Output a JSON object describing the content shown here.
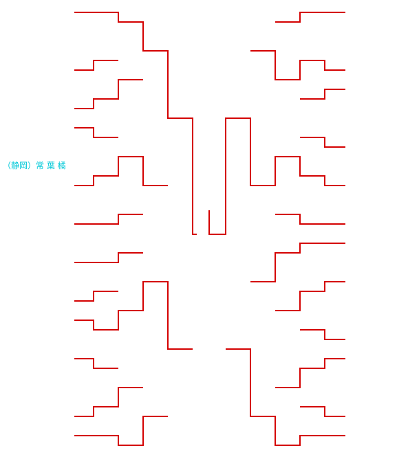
{
  "champion": {
    "label": "（静岡）常 葉 橘"
  },
  "colors": {
    "bracket_line": "#d40000",
    "champion_text": "#00c8d8",
    "background": "#ffffff"
  },
  "bracket": {
    "type": "single-elimination tournament bracket",
    "left_entries": 30,
    "right_entries": 30
  }
}
